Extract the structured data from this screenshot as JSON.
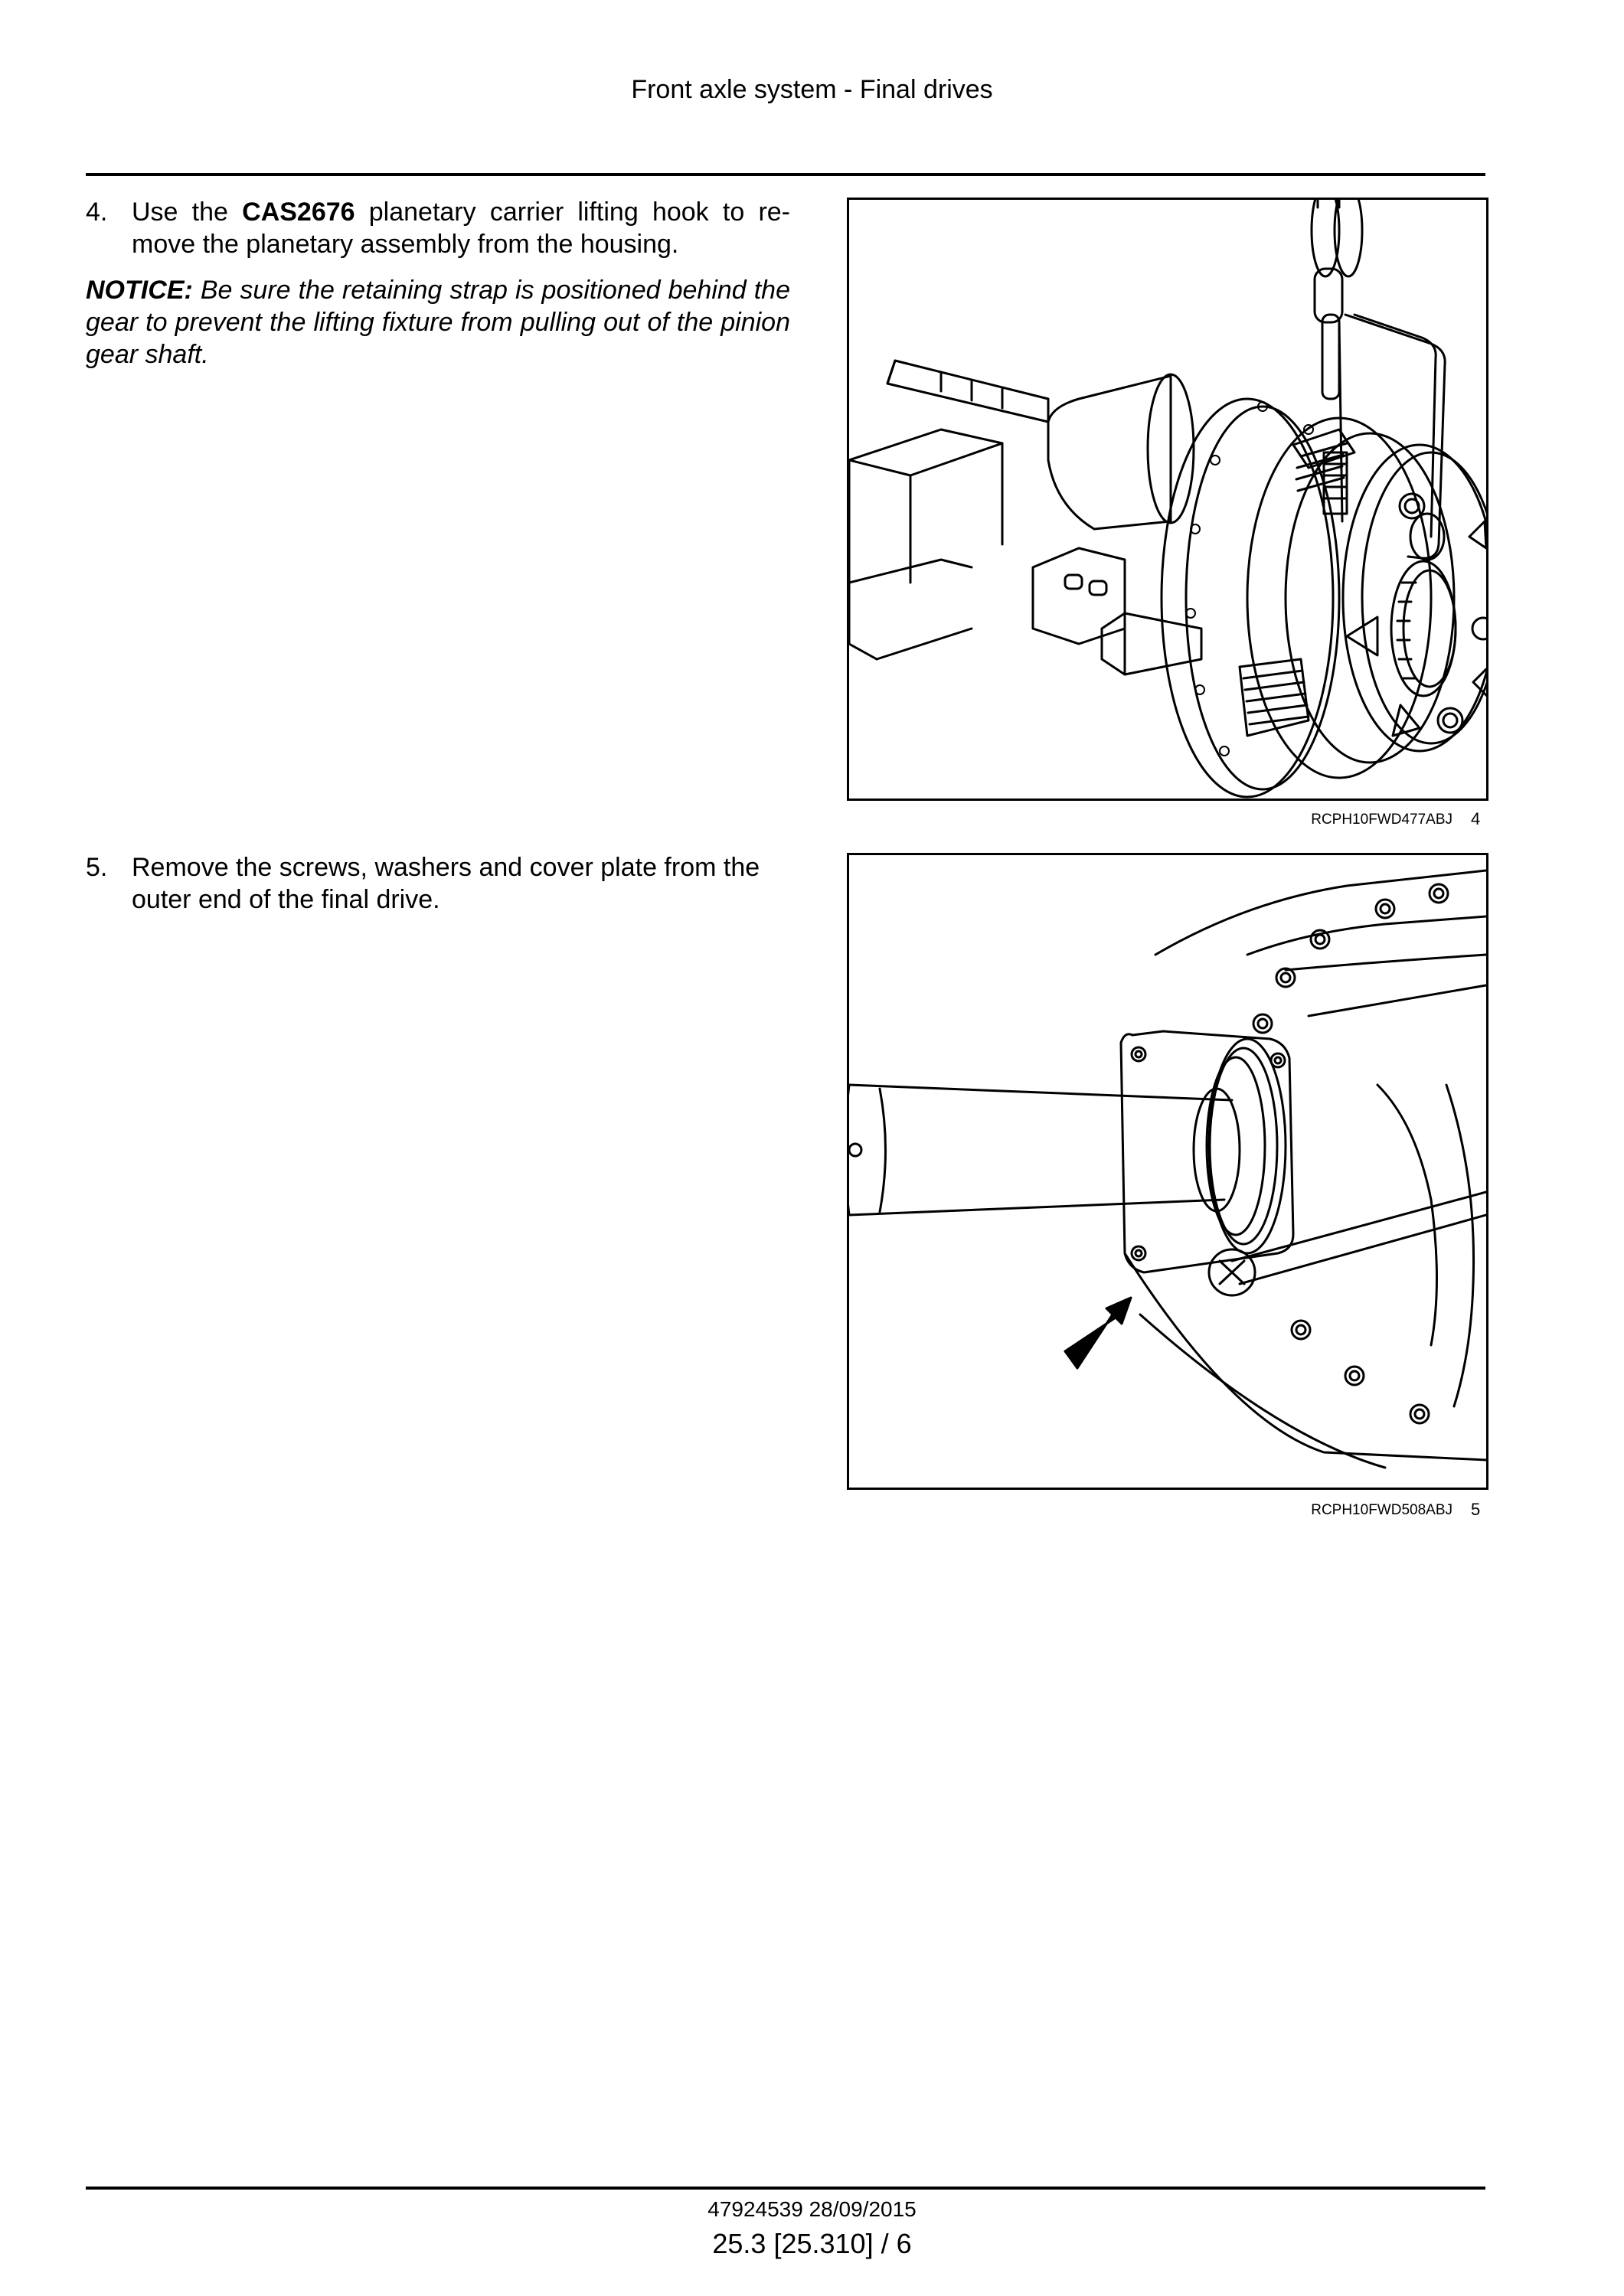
{
  "header": {
    "title": "Front axle system - Final drives"
  },
  "steps": [
    {
      "number": "4.",
      "text_before": "Use the ",
      "tool_code": "CAS2676",
      "text_after": " planetary carrier lifting hook to re-move the planetary assembly from the housing."
    },
    {
      "number": "5.",
      "text": "Remove the screws, washers and cover plate from the outer end of the final drive."
    }
  ],
  "notice": {
    "label": "NOTICE:",
    "text": " Be sure the retaining strap is positioned behind the gear to prevent the lifting fixture from pulling out of the pinion gear shaft."
  },
  "figures": [
    {
      "code": "RCPH10FWD477ABJ",
      "number": "4"
    },
    {
      "code": "RCPH10FWD508ABJ",
      "number": "5"
    }
  ],
  "footer": {
    "doc_code": "47924539 28/09/2015",
    "page": "25.3 [25.310] / 6"
  }
}
